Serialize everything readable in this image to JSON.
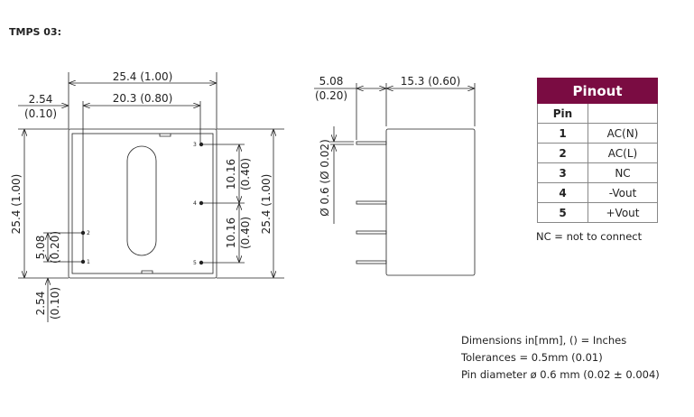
{
  "title": "TMPS 03:",
  "top_view": {
    "width_overall": "25.4 (1.00)",
    "pin_spacing_x": "20.3 (0.80)",
    "offset_left_mm": "2.54",
    "offset_left_in": "(0.10)",
    "height_left": "25.4 (1.00)",
    "height_right": "25.4 (1.00)",
    "pin12_spacing_mm": "5.08",
    "pin12_spacing_in": "(0.20)",
    "offset_bottom_mm": "2.54",
    "offset_bottom_in": "(0.10)",
    "pin34_spacing_mm": "10.16",
    "pin34_spacing_in": "(0.40)",
    "pin45_spacing_mm": "10.16",
    "pin45_spacing_in": "(0.40)",
    "pin_labels": [
      "1",
      "2",
      "3",
      "4",
      "5"
    ]
  },
  "side_view": {
    "pin_length_mm": "5.08",
    "pin_length_in": "(0.20)",
    "body_depth": "15.3 (0.60)",
    "pin_diameter": "Ø 0.6 (Ø 0.02)"
  },
  "pinout": {
    "title": "Pinout",
    "header_pin": "Pin",
    "header_function": "",
    "rows": [
      {
        "pin": "1",
        "function": "AC(N)"
      },
      {
        "pin": "2",
        "function": "AC(L)"
      },
      {
        "pin": "3",
        "function": "NC"
      },
      {
        "pin": "4",
        "function": "-Vout"
      },
      {
        "pin": "5",
        "function": "+Vout"
      }
    ],
    "note": "NC = not to connect"
  },
  "specs": [
    "Dimensions in[mm], () = Inches",
    "Tolerances = 0.5mm (0.01)",
    "Pin diameter ø 0.6 mm (0.02 ± 0.004)"
  ],
  "colors": {
    "pinout_header": "#7a0c42"
  }
}
